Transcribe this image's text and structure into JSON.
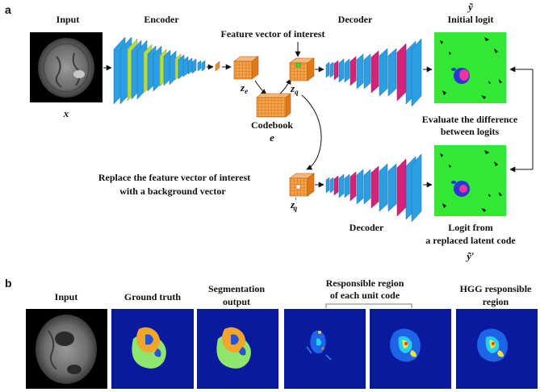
{
  "panel_a": {
    "tag": "a",
    "input_label": "Input",
    "input_symbol": "x",
    "encoder_label": "Encoder",
    "feature_vector_label": "Feature vector of interest",
    "ze_symbol": "z",
    "ze_sub": "e",
    "zq_symbol": "z",
    "zq_sub": "q",
    "codebook_label": "Codebook",
    "codebook_symbol": "e",
    "decoder_top_label": "Decoder",
    "y_tilde_symbol": "ỹ",
    "initial_logit_label": "Initial logit",
    "evaluate_line1": "Evaluate the difference",
    "evaluate_line2": "between logits",
    "replace_line1": "Replace the feature vector of interest",
    "replace_line2": "with a background vector",
    "zq_prime_symbol": "z",
    "zq_prime_sub": "q",
    "zq_prime_mark": "′",
    "decoder_bottom_label": "Decoder",
    "logit_from_line1": "Logit from",
    "logit_from_line2": "a replaced latent code",
    "y_tilde_prime_symbol": "ỹ′"
  },
  "panel_b": {
    "tag": "b",
    "titles": {
      "input": "Input",
      "ground_truth": "Ground truth",
      "seg_line1": "Segmentation",
      "seg_line2": "output",
      "resp_line1": "Responsible region",
      "resp_line2": "of each unit code",
      "hgg_line1": "HGG responsible",
      "hgg_line2": "region"
    }
  },
  "colors": {
    "layer_blue": "#2c9fe3",
    "layer_green": "#b6d94a",
    "layer_magenta": "#d6237a",
    "latent_orange": "#f08a2a",
    "logit_green": "#33e833",
    "heatmap_bg": "#0a1a9e"
  }
}
